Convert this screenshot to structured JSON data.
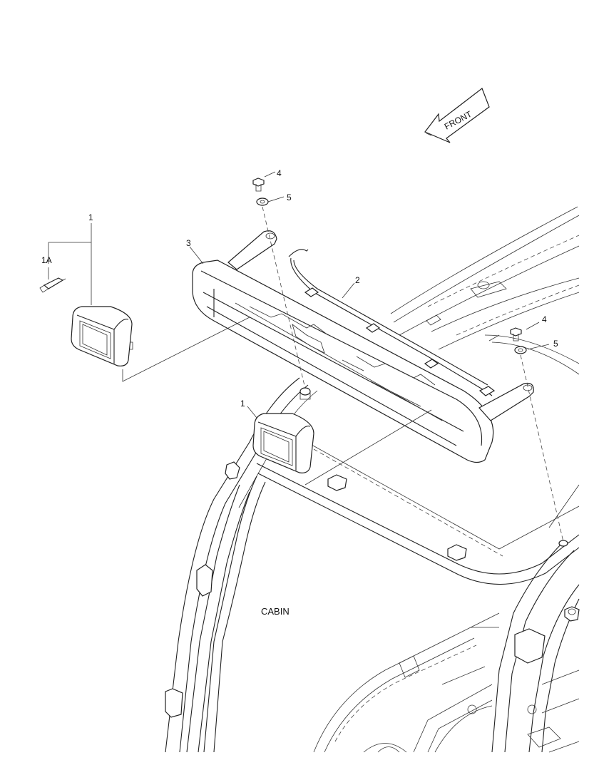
{
  "direction_arrow": {
    "text": "FRONT"
  },
  "callouts": {
    "lamp_left": "1",
    "bulb": "1A",
    "lamp_center": "1",
    "harness": "2",
    "bracket": "3",
    "bolt_top": "4",
    "washer_top": "5",
    "bolt_right": "4",
    "washer_right": "5"
  },
  "area_label": "CABIN"
}
